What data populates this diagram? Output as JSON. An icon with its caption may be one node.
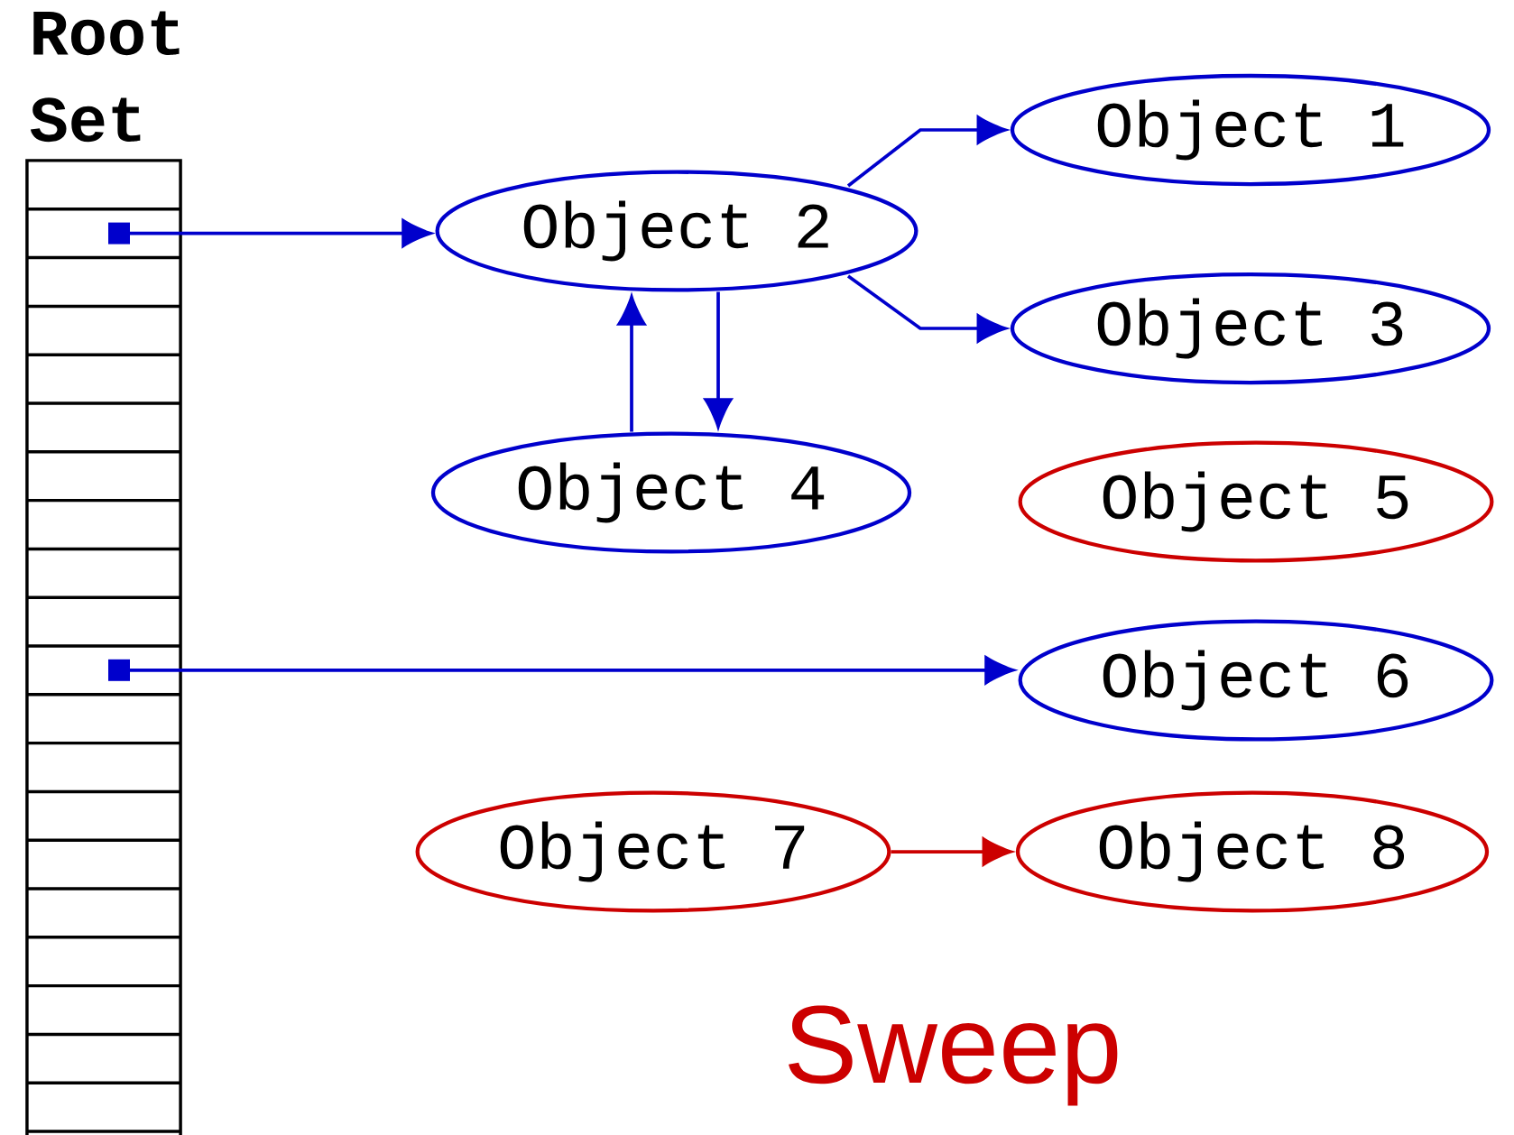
{
  "diagram": {
    "nodes": [
      {
        "text": [
          "Root Set"
        ]
      },
      {
        "text": [
          "Object 1"
        ]
      },
      {
        "text": [
          "Object 2"
        ]
      },
      {
        "text": [
          "Object 3"
        ]
      },
      {
        "text": [
          "Object 4"
        ]
      },
      {
        "text": [
          "Object 5"
        ]
      },
      {
        "text": [
          "Object 6"
        ]
      },
      {
        "text": [
          "Object 7"
        ]
      },
      {
        "text": [
          "Object 8"
        ]
      }
    ],
    "edges": [
      {
        "from": 0,
        "to": 2,
        "arrow": "to"
      },
      {
        "from": 2,
        "to": 1,
        "arrow": "to"
      },
      {
        "from": 2,
        "to": 3,
        "arrow": "to"
      },
      {
        "from": 4,
        "to": 2,
        "arrow": "to"
      },
      {
        "from": 2,
        "to": 4,
        "arrow": "to"
      },
      {
        "from": 0,
        "to": 6,
        "arrow": "to"
      },
      {
        "from": 7,
        "to": 8,
        "arrow": "to",
        "color": "#cc0000"
      }
    ],
    "labels": [
      "Sweep"
    ]
  }
}
